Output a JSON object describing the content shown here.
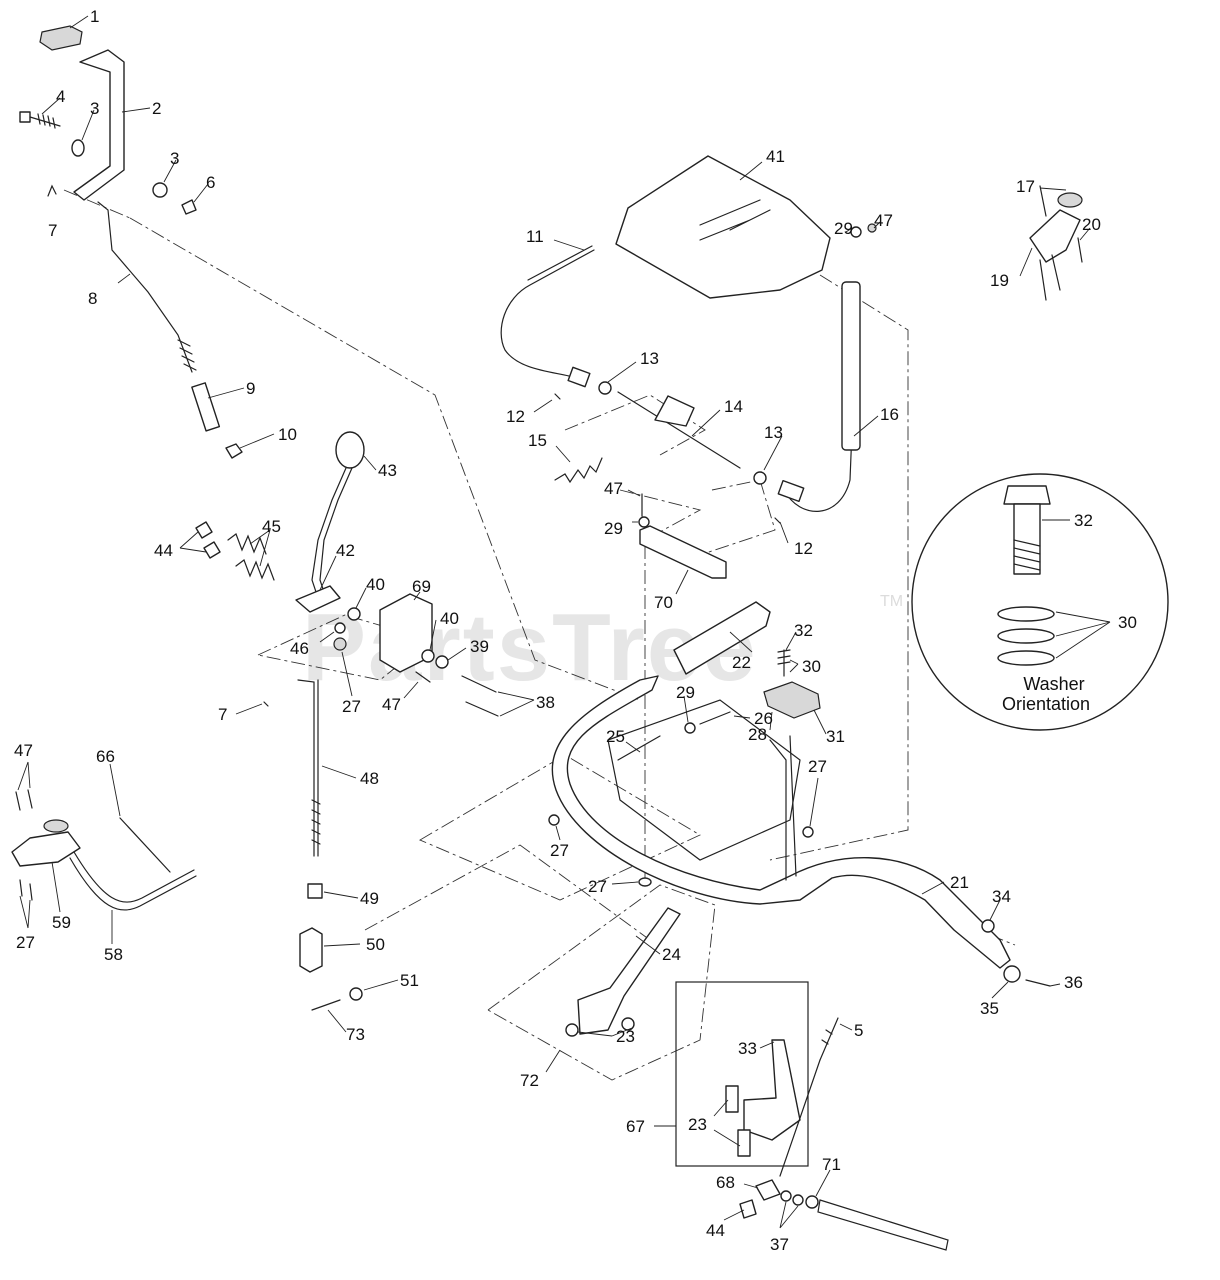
{
  "watermark": {
    "text": "PartsTree",
    "tm": "TM"
  },
  "inset": {
    "label_line1": "Washer",
    "label_line2": "Orientation"
  },
  "callouts": [
    {
      "id": "c1",
      "text": "1"
    },
    {
      "id": "c2",
      "text": "2"
    },
    {
      "id": "c3a",
      "text": "3"
    },
    {
      "id": "c3b",
      "text": "3"
    },
    {
      "id": "c4",
      "text": "4"
    },
    {
      "id": "c6",
      "text": "6"
    },
    {
      "id": "c7a",
      "text": "7"
    },
    {
      "id": "c8",
      "text": "8"
    },
    {
      "id": "c9",
      "text": "9"
    },
    {
      "id": "c10",
      "text": "10"
    },
    {
      "id": "c11",
      "text": "11"
    },
    {
      "id": "c12a",
      "text": "12"
    },
    {
      "id": "c12b",
      "text": "12"
    },
    {
      "id": "c13a",
      "text": "13"
    },
    {
      "id": "c13b",
      "text": "13"
    },
    {
      "id": "c14",
      "text": "14"
    },
    {
      "id": "c15",
      "text": "15"
    },
    {
      "id": "c16",
      "text": "16"
    },
    {
      "id": "c17",
      "text": "17"
    },
    {
      "id": "c19",
      "text": "19"
    },
    {
      "id": "c20",
      "text": "20"
    },
    {
      "id": "c41",
      "text": "41"
    },
    {
      "id": "c29a",
      "text": "29"
    },
    {
      "id": "c47a",
      "text": "47"
    },
    {
      "id": "c43",
      "text": "43"
    },
    {
      "id": "c47b",
      "text": "47"
    },
    {
      "id": "c29b",
      "text": "29"
    },
    {
      "id": "c70",
      "text": "70"
    },
    {
      "id": "c44a",
      "text": "44"
    },
    {
      "id": "c45",
      "text": "45"
    },
    {
      "id": "c42",
      "text": "42"
    },
    {
      "id": "c40a",
      "text": "40"
    },
    {
      "id": "c69",
      "text": "69"
    },
    {
      "id": "c40b",
      "text": "40"
    },
    {
      "id": "c46",
      "text": "46"
    },
    {
      "id": "c39",
      "text": "39"
    },
    {
      "id": "c27a",
      "text": "27"
    },
    {
      "id": "c47c",
      "text": "47"
    },
    {
      "id": "c38",
      "text": "38"
    },
    {
      "id": "c7b",
      "text": "7"
    },
    {
      "id": "c48",
      "text": "48"
    },
    {
      "id": "c22",
      "text": "22"
    },
    {
      "id": "c32a",
      "text": "32"
    },
    {
      "id": "c30a",
      "text": "30"
    },
    {
      "id": "c29c",
      "text": "29"
    },
    {
      "id": "c26",
      "text": "26"
    },
    {
      "id": "c28",
      "text": "28"
    },
    {
      "id": "c31",
      "text": "31"
    },
    {
      "id": "c25",
      "text": "25"
    },
    {
      "id": "c27b",
      "text": "27"
    },
    {
      "id": "c27c",
      "text": "27"
    },
    {
      "id": "c27d",
      "text": "27"
    },
    {
      "id": "c21",
      "text": "21"
    },
    {
      "id": "c34",
      "text": "34"
    },
    {
      "id": "c35",
      "text": "35"
    },
    {
      "id": "c36",
      "text": "36"
    },
    {
      "id": "c47d",
      "text": "47"
    },
    {
      "id": "c66",
      "text": "66"
    },
    {
      "id": "c59",
      "text": "59"
    },
    {
      "id": "c27e",
      "text": "27"
    },
    {
      "id": "c58",
      "text": "58"
    },
    {
      "id": "c49",
      "text": "49"
    },
    {
      "id": "c50",
      "text": "50"
    },
    {
      "id": "c51",
      "text": "51"
    },
    {
      "id": "c73",
      "text": "73"
    },
    {
      "id": "c24",
      "text": "24"
    },
    {
      "id": "c23a",
      "text": "23"
    },
    {
      "id": "c72",
      "text": "72"
    },
    {
      "id": "c33",
      "text": "33"
    },
    {
      "id": "c5",
      "text": "5"
    },
    {
      "id": "c67",
      "text": "67"
    },
    {
      "id": "c23b",
      "text": "23"
    },
    {
      "id": "c68",
      "text": "68"
    },
    {
      "id": "c71",
      "text": "71"
    },
    {
      "id": "c44b",
      "text": "44"
    },
    {
      "id": "c37",
      "text": "37"
    },
    {
      "id": "c32b",
      "text": "32"
    },
    {
      "id": "c30b",
      "text": "30"
    }
  ]
}
